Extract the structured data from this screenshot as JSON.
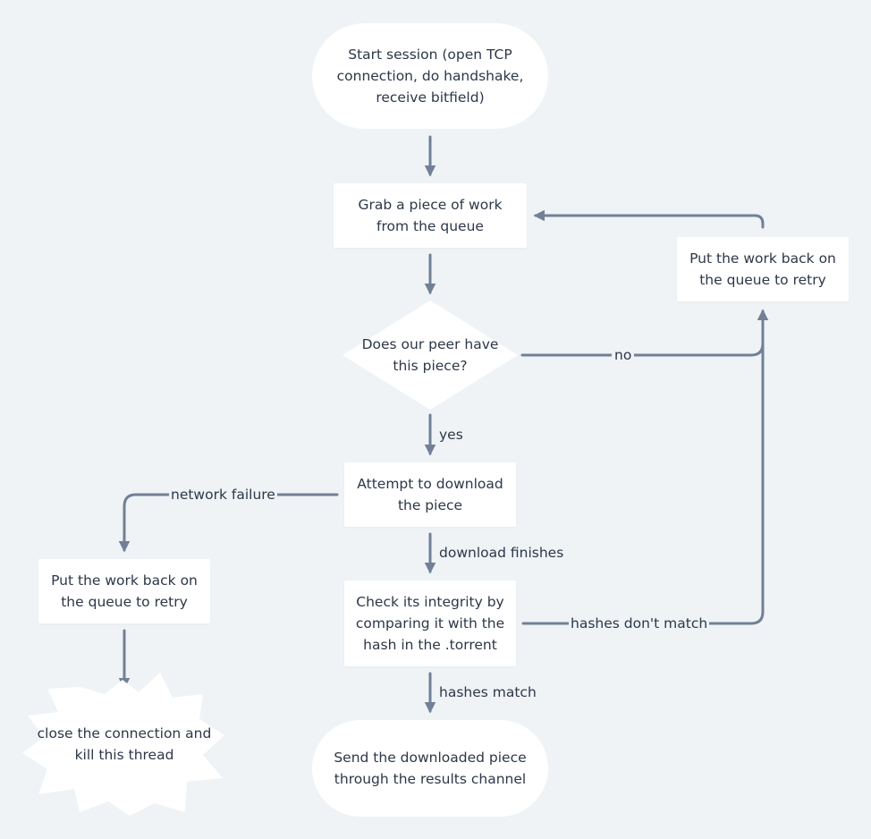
{
  "colors": {
    "background": "#eff3f6",
    "node_fill": "#ffffff",
    "edge": "#718096",
    "text": "#2d3748"
  },
  "nodes": {
    "start": [
      "Start session (open TCP",
      "connection, do handshake,",
      "receive bitfield)"
    ],
    "grab": [
      "Grab a piece of work",
      "from the queue"
    ],
    "decision": [
      "Does our peer have",
      "this piece?"
    ],
    "retry_right": [
      "Put the work back on",
      "the queue to retry"
    ],
    "download": [
      "Attempt to download",
      "the piece"
    ],
    "retry_left": [
      "Put the work back on",
      "the queue to retry"
    ],
    "check": [
      "Check its integrity by",
      "comparing it with the",
      "hash in the .torrent"
    ],
    "close": [
      "close the connection and",
      "kill this thread"
    ],
    "send": [
      "Send the downloaded piece",
      "through the results channel"
    ]
  },
  "edges": {
    "no": "no",
    "yes": "yes",
    "network_failure": "network failure",
    "download_finishes": "download finishes",
    "hashes_dont_match": "hashes don't match",
    "hashes_match": "hashes match"
  }
}
